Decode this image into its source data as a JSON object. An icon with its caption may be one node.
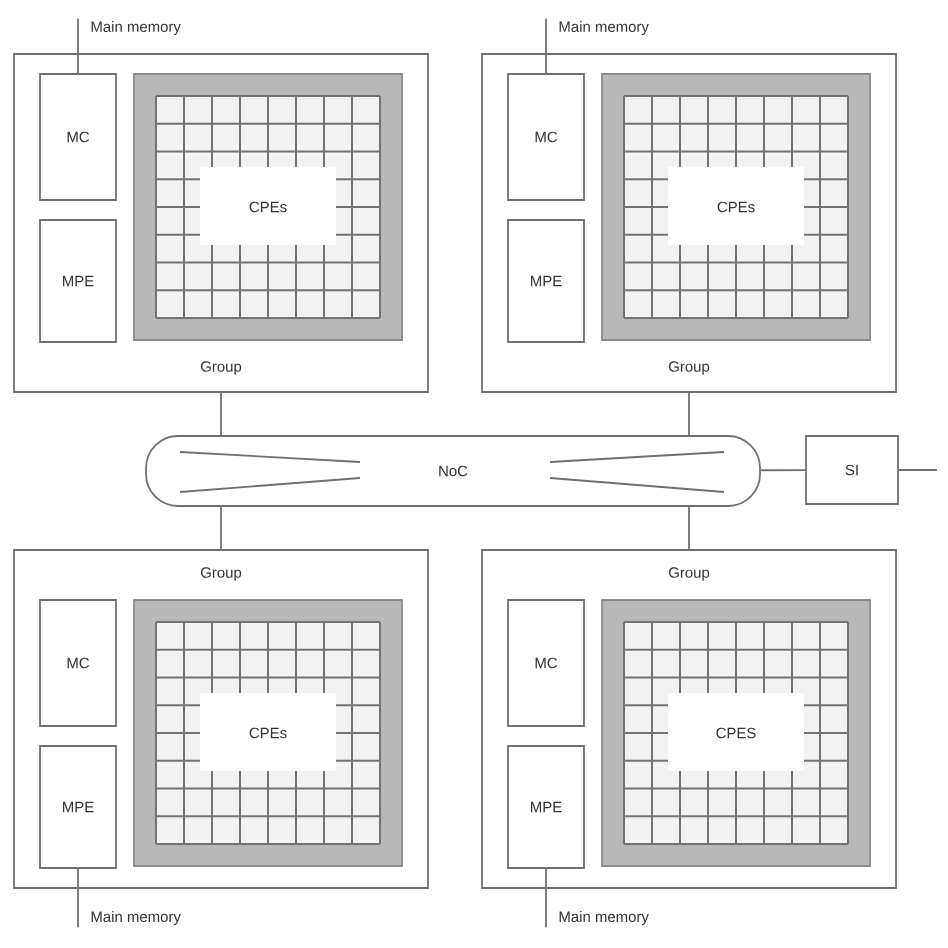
{
  "diagram": {
    "nodes": [
      {
        "text": [
          "Main memory"
        ]
      },
      {
        "text": [
          "Group"
        ]
      },
      {
        "text": [
          "MC"
        ],
        "in": 1
      },
      {
        "text": [
          "MPE"
        ],
        "in": 1
      },
      {
        "text": [
          "CPEs"
        ],
        "in": 1
      },
      {
        "text": [
          "Main memory"
        ]
      },
      {
        "text": [
          "Group"
        ]
      },
      {
        "text": [
          "MC"
        ],
        "in": 6
      },
      {
        "text": [
          "MPE"
        ],
        "in": 6
      },
      {
        "text": [
          "CPEs"
        ],
        "in": 6
      },
      {
        "text": [
          "NoC"
        ]
      },
      {
        "text": [
          "SI"
        ]
      },
      {
        "text": [
          "Group"
        ]
      },
      {
        "text": [
          "MC"
        ],
        "in": 12
      },
      {
        "text": [
          "MPE"
        ],
        "in": 12
      },
      {
        "text": [
          "CPEs"
        ],
        "in": 12
      },
      {
        "text": [
          "Group"
        ]
      },
      {
        "text": [
          "MC"
        ],
        "in": 16
      },
      {
        "text": [
          "MPE"
        ],
        "in": 16
      },
      {
        "text": [
          "CPES"
        ],
        "in": 16
      },
      {
        "text": [
          "Main memory"
        ]
      },
      {
        "text": [
          "Main memory"
        ]
      }
    ],
    "edges": [
      {
        "from": 2,
        "to": 0,
        "arrow": "none"
      },
      {
        "from": 7,
        "to": 5,
        "arrow": "none"
      },
      {
        "from": 1,
        "to": 10,
        "arrow": "none"
      },
      {
        "from": 6,
        "to": 10,
        "arrow": "none"
      },
      {
        "from": 10,
        "to": 11,
        "arrow": "none"
      },
      {
        "from": 11,
        "to": null,
        "arrow": "none"
      },
      {
        "from": 12,
        "to": 10,
        "arrow": "none"
      },
      {
        "from": 16,
        "to": 10,
        "arrow": "none"
      },
      {
        "from": 14,
        "to": 20,
        "arrow": "none"
      },
      {
        "from": 18,
        "to": 21,
        "arrow": "none"
      }
    ]
  }
}
